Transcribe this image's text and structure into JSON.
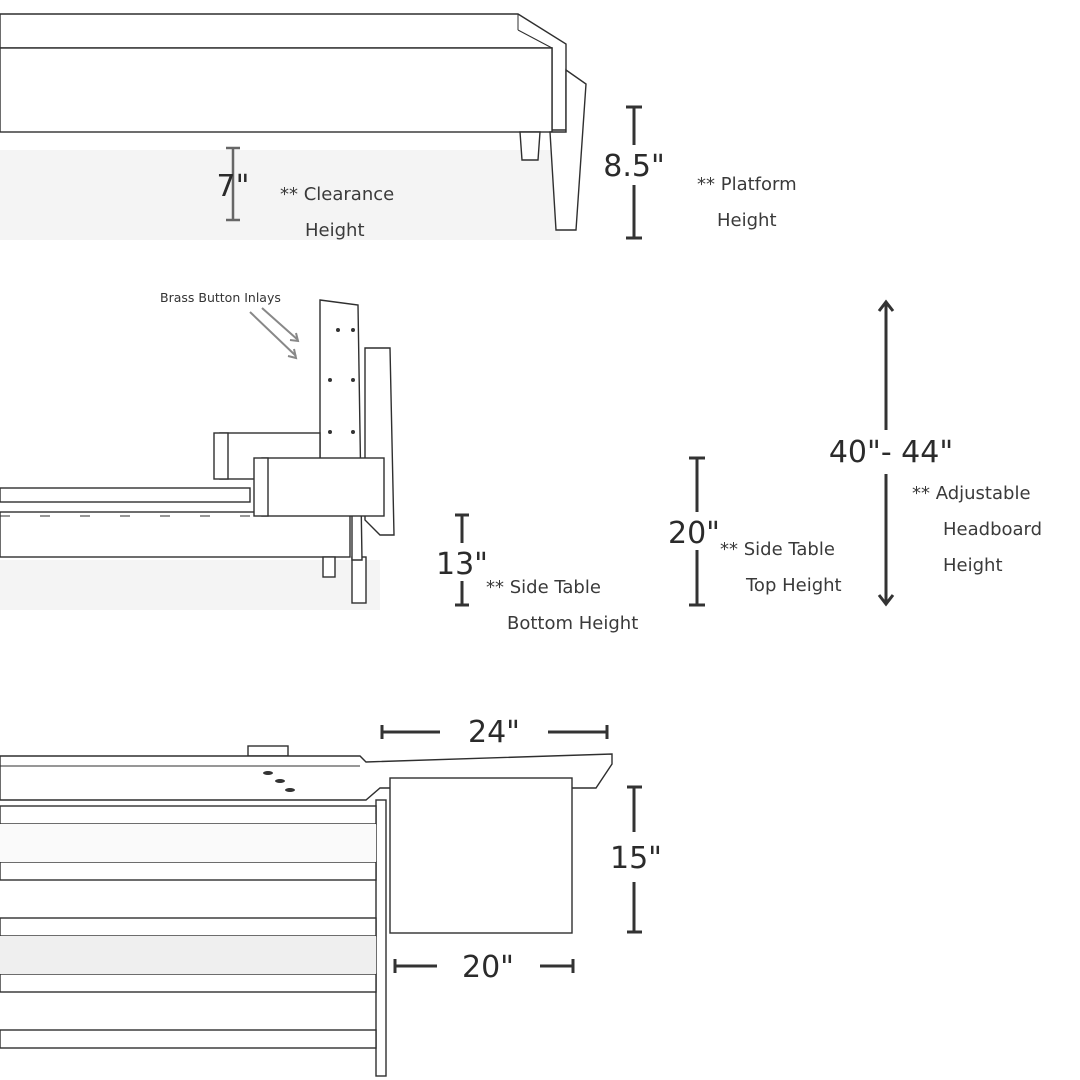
{
  "platform_section": {
    "clearance_value": "7\"",
    "clearance_label_1": "** Clearance",
    "clearance_label_2": "Height",
    "platform_value": "8.5\"",
    "platform_label_1": "** Platform",
    "platform_label_2": "Height"
  },
  "headboard_section": {
    "callout": "Brass Button Inlays",
    "bottom_value": "13\"",
    "bottom_label_1": "** Side Table",
    "bottom_label_2": "Bottom Height",
    "top_value": "20\"",
    "top_label_1": "** Side Table",
    "top_label_2": "Top Height",
    "headboard_value": "40\"- 44\"",
    "headboard_label_1": "**  Adjustable",
    "headboard_label_2": "Headboard",
    "headboard_label_3": "Height"
  },
  "side_table_section": {
    "width_value": "24\"",
    "height_value": "15\"",
    "depth_value": "20\""
  }
}
